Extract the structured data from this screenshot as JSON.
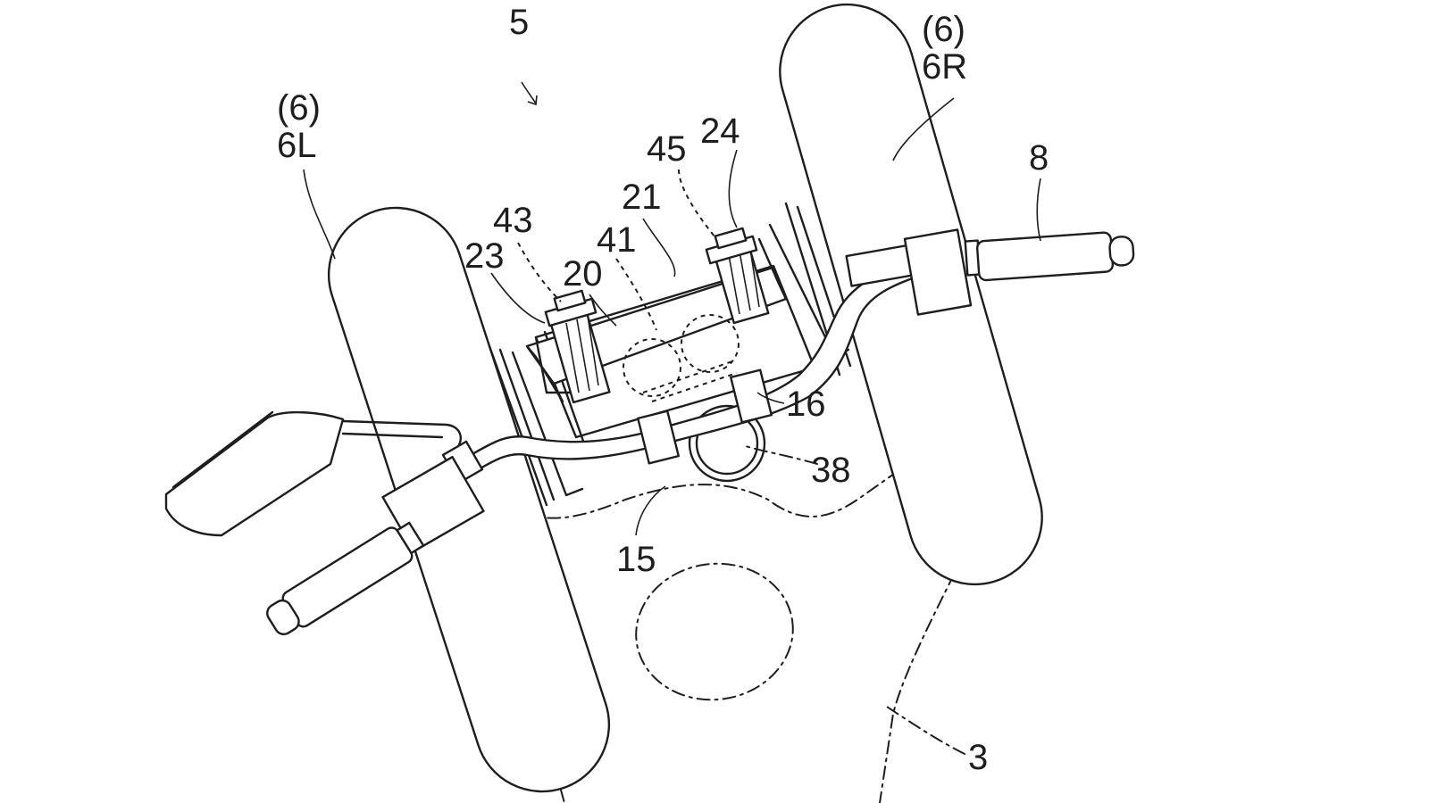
{
  "figure": {
    "labels": {
      "assembly": "5",
      "fork_group_right": "(6)",
      "fork_right": "6R",
      "fork_group_left": "(6)",
      "fork_left": "6L",
      "grip": "8",
      "bolt_right": "45",
      "holder_right": "24",
      "bracket": "21",
      "bolt_left": "43",
      "damper": "41",
      "holder_left": "23",
      "base": "20",
      "clamp": "16",
      "mount": "38",
      "handlebar": "15",
      "body": "3"
    }
  }
}
